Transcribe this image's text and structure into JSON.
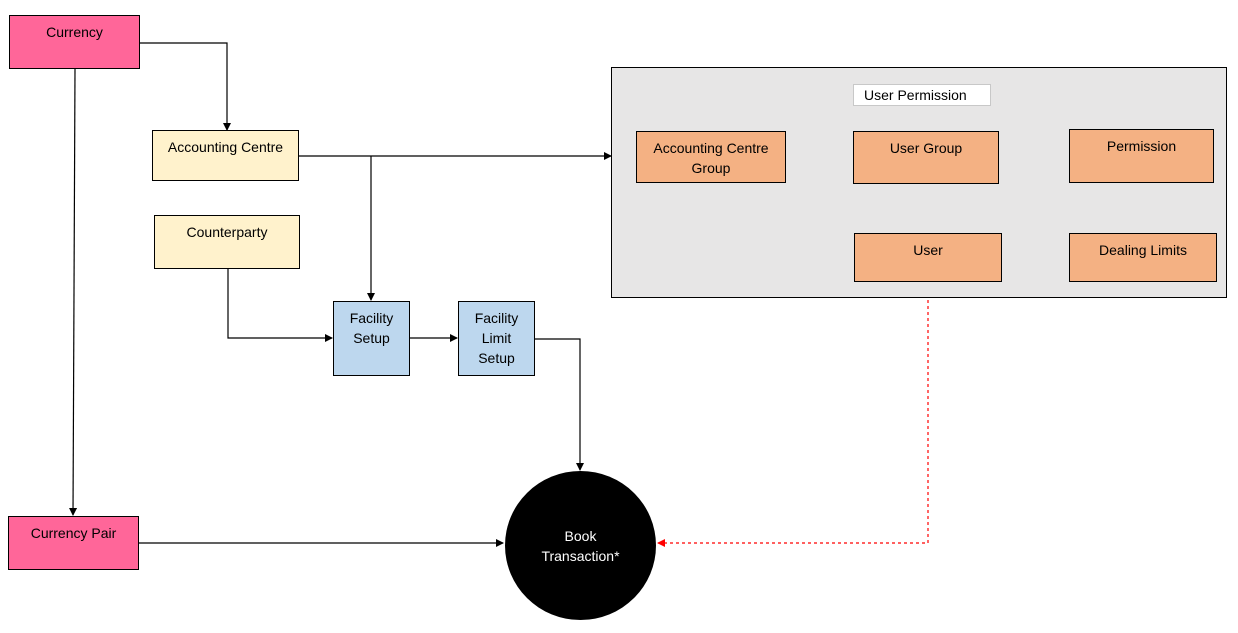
{
  "colors": {
    "currency": "#ff6699",
    "entity": "#fff2cc",
    "facility": "#bdd7ee",
    "permission": "#f4b183",
    "group_bg": "#e7e6e6",
    "transaction": "#000000",
    "line": "#000000",
    "dotted_line": "#ff0000"
  },
  "nodes": {
    "currency": "Currency",
    "currency_pair": "Currency Pair",
    "accounting_centre": "Accounting Centre",
    "counterparty": "Counterparty",
    "facility_setup": "Facility\nSetup",
    "facility_limit_setup": "Facility\nLimit\nSetup",
    "book_transaction": "Book\nTransaction*"
  },
  "user_permission": {
    "title": "User Permission",
    "accounting_centre_group": "Accounting Centre\nGroup",
    "user_group": "User Group",
    "permission": "Permission",
    "user": "User",
    "dealing_limits": "Dealing Limits"
  }
}
